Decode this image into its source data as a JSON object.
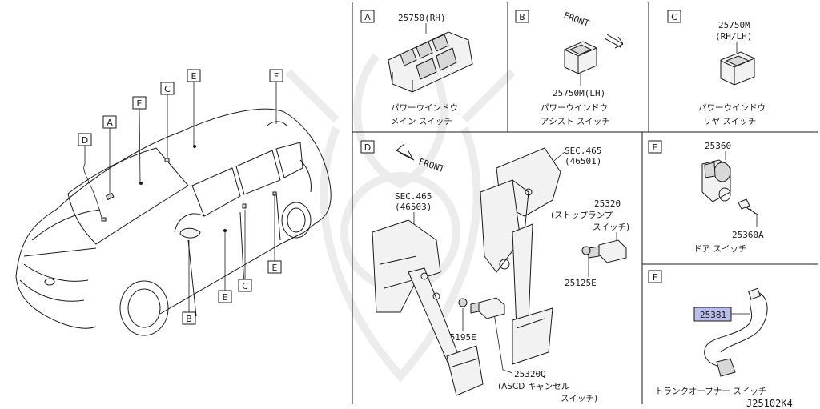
{
  "diagram_id": "J25102K4",
  "view_labels": {
    "A": "A",
    "B": "B",
    "C": "C",
    "D": "D",
    "E": "E",
    "F": "F"
  },
  "panels": {
    "A": {
      "part_no": "25750(RH)",
      "desc_line1": "パワーウインドウ",
      "desc_line2": "メイン スイッチ"
    },
    "B": {
      "part_no": "25750M(LH)",
      "front": "FRONT",
      "desc_line1": "パワーウインドウ",
      "desc_line2": "アシスト スイッチ"
    },
    "C": {
      "part_no_line1": "25750M",
      "part_no_line2": "(RH/LH)",
      "desc_line1": "パワーウインドウ",
      "desc_line2": "リヤ スイッチ"
    },
    "D": {
      "front": "FRONT",
      "sec_right_line1": "SEC.465",
      "sec_right_line2": "(46501)",
      "sec_left_line1": "SEC.465",
      "sec_left_line2": "(46503)",
      "stop_no": "25320",
      "stop_line1": "(ストップランプ",
      "stop_line2": "スイッチ)",
      "clip_right": "25125E",
      "clip_left": "25195E",
      "ascd_no": "25320Q",
      "ascd_line1": "(ASCD キャンセル",
      "ascd_line2": "スイッチ)"
    },
    "E": {
      "part_no": "25360",
      "screw_no": "25360A",
      "desc": "ドア スイッチ"
    },
    "F": {
      "part_no": "25381",
      "desc": "トランクオープナー スイッチ"
    }
  },
  "colors": {
    "highlight": "#b9bde8",
    "line": "#1a1a1a",
    "watermark": "#eaeaea"
  }
}
